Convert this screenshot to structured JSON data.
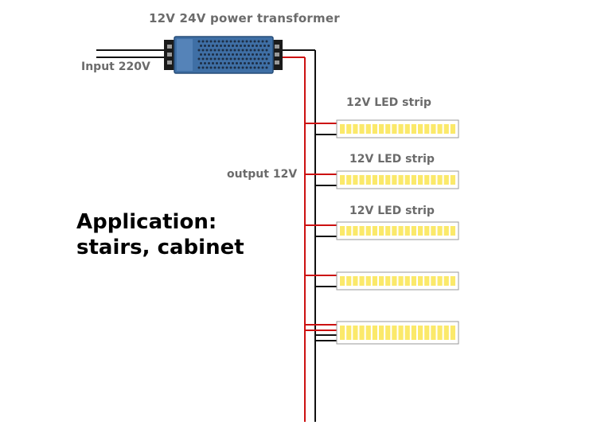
{
  "title": "12V 24V power transformer",
  "input_label": "Input 220V",
  "output_label": "output 12V",
  "strip_labels": [
    "12V LED strip",
    "12V LED strip",
    "12V LED strip"
  ],
  "application": {
    "line1": "Application:",
    "line2": "stairs, cabinet"
  },
  "strip_count": 5,
  "colors": {
    "positive_wire": "#cc1111",
    "negative_wire": "#111111",
    "transformer_body": "#3f6fa5",
    "led_on": "#fbe96a",
    "label_gray": "#6b6b6b"
  }
}
